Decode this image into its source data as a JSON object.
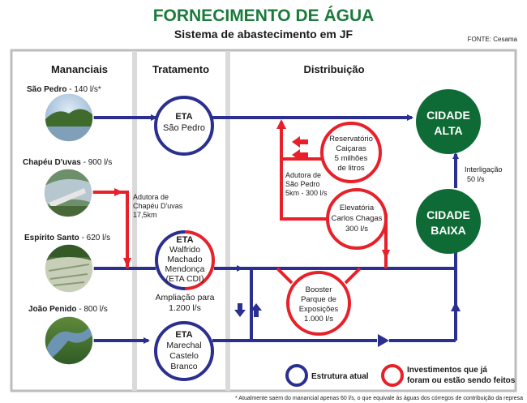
{
  "header": {
    "title": "FORNECIMENTO DE ÁGUA",
    "subtitle": "Sistema de abastecimento em JF",
    "source": "FONTE: Cesama"
  },
  "columns": {
    "mananciais": "Mananciais",
    "tratamento": "Tratamento",
    "distribuicao": "Distribuição"
  },
  "sources": [
    {
      "name": "São Pedro",
      "flow": " - 140 l/s*"
    },
    {
      "name": "Chapéu D'uvas",
      "flow": " - 900 l/s"
    },
    {
      "name": "Espírito Santo",
      "flow": " - 620 l/s"
    },
    {
      "name": "João Penido",
      "flow": " - 800 l/s"
    }
  ],
  "eta": {
    "sao_pedro": [
      "ETA",
      "São Pedro"
    ],
    "walfrido": [
      "ETA",
      "Walfrido",
      "Machado",
      "Mendonça",
      "(ETA CDI)"
    ],
    "marechal": [
      "ETA",
      "Marechal",
      "Castelo",
      "Branco"
    ],
    "ampliacao": [
      "Ampliação para",
      "1.200 l/s"
    ]
  },
  "adutora_chapeu": [
    "Adutora de",
    "Chapéu D'uvas",
    "17,5km"
  ],
  "adutora_sao_pedro": [
    "Adutora de",
    "São Pedro",
    "5km - 300 l/s"
  ],
  "reservatorio": [
    "Reservatório",
    "Caiçaras",
    "5 milhões",
    "de litros"
  ],
  "elevatoria": [
    "Elevatória",
    "Carlos Chagas",
    "300 l/s"
  ],
  "booster": [
    "Booster",
    "Parque de",
    "Exposições",
    "1.000 l/s"
  ],
  "cidade_alta": [
    "CIDADE",
    "ALTA"
  ],
  "cidade_baixa": [
    "CIDADE",
    "BAIXA"
  ],
  "interligacao": [
    "Interligação",
    "50 l/s"
  ],
  "legend": {
    "atual": "Estrutura atual",
    "investimentos": [
      "Investimentos que já",
      "foram ou estão sendo feitos"
    ]
  },
  "footnote": "* Atualmente saem do manancial apenas 60 l/s, o que equivale às águas dos córregos de contribuição da represa",
  "colors": {
    "blue": "#2b2f8f",
    "red": "#e8202a",
    "green": "#0f6b35",
    "title_green": "#1b7a3c",
    "divider": "#d4d4d4"
  }
}
